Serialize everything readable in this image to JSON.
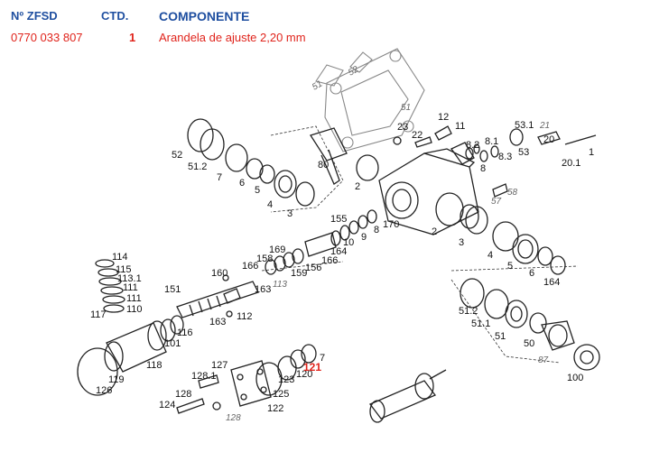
{
  "header": {
    "col1": "Nº ZFSD",
    "col2": "CTD.",
    "col3": "COMPONENTE"
  },
  "row": {
    "code": "0770 033 807",
    "qty": "1",
    "component": "Arandela de ajuste 2,20 mm"
  },
  "diagram": {
    "highlight_label": "121",
    "labels": [
      "52",
      "51.2",
      "7",
      "6",
      "5",
      "4",
      "3",
      "80",
      "2",
      "23",
      "22",
      "12",
      "11",
      "8.2",
      "8.1",
      "8",
      "8.3",
      "53.1",
      "53",
      "20",
      "20.1",
      "1",
      "2",
      "3",
      "4",
      "5",
      "6",
      "164",
      "155",
      "164",
      "10",
      "9",
      "8",
      "170",
      "169",
      "158",
      "159",
      "156",
      "166",
      "166",
      "163",
      "160",
      "151",
      "163",
      "112",
      "114",
      "115",
      "113.1",
      "111",
      "111",
      "110",
      "117",
      "116",
      "101",
      "118",
      "119",
      "126",
      "127",
      "128.1",
      "128",
      "124",
      "125",
      "122",
      "123",
      "120",
      "7",
      "51.2",
      "51.1",
      "51",
      "50",
      "100"
    ],
    "ghost_labels": [
      "51",
      "52",
      "21",
      "51",
      "57",
      "58",
      "113",
      "128",
      "87"
    ]
  },
  "colors": {
    "header_blue": "#1f4fa0",
    "row_red": "#e0231b"
  }
}
